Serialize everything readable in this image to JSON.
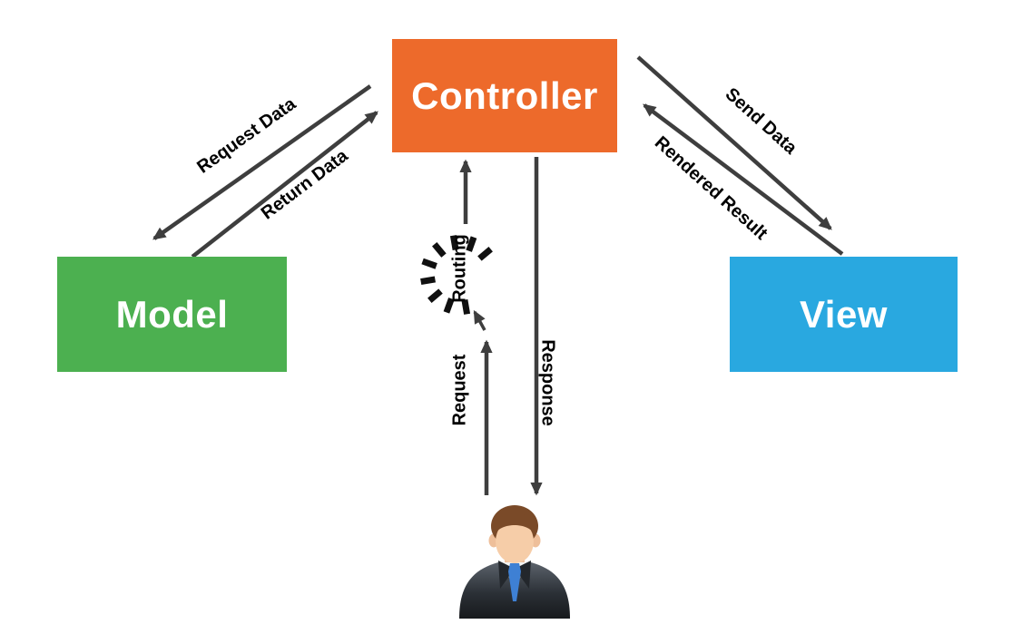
{
  "diagram": {
    "type": "mvc-architecture-flow",
    "background": "#ffffff",
    "nodes": {
      "controller": {
        "label": "Controller",
        "color": "#ED6A2B",
        "text_color": "#ffffff"
      },
      "model": {
        "label": "Model",
        "color": "#4CB050",
        "text_color": "#ffffff"
      },
      "view": {
        "label": "View",
        "color": "#29A8E0",
        "text_color": "#ffffff"
      }
    },
    "edges": {
      "request_data": {
        "label": "Request Data",
        "from": "controller",
        "to": "model"
      },
      "return_data": {
        "label": "Return Data",
        "from": "model",
        "to": "controller"
      },
      "send_data": {
        "label": "Send Data",
        "from": "controller",
        "to": "view"
      },
      "rendered_result": {
        "label": "Rendered Result",
        "from": "view",
        "to": "controller"
      },
      "routing": {
        "label": "Routing",
        "from": "routing",
        "to": "controller"
      },
      "request": {
        "label": "Request",
        "from": "user",
        "to": "routing"
      },
      "response": {
        "label": "Response",
        "from": "controller",
        "to": "user"
      }
    },
    "icons": {
      "user": "user-person-icon",
      "routing_burst": "dashed-starburst"
    },
    "colors": {
      "arrow": "#3E3E3E",
      "label_text": "#000000"
    }
  }
}
